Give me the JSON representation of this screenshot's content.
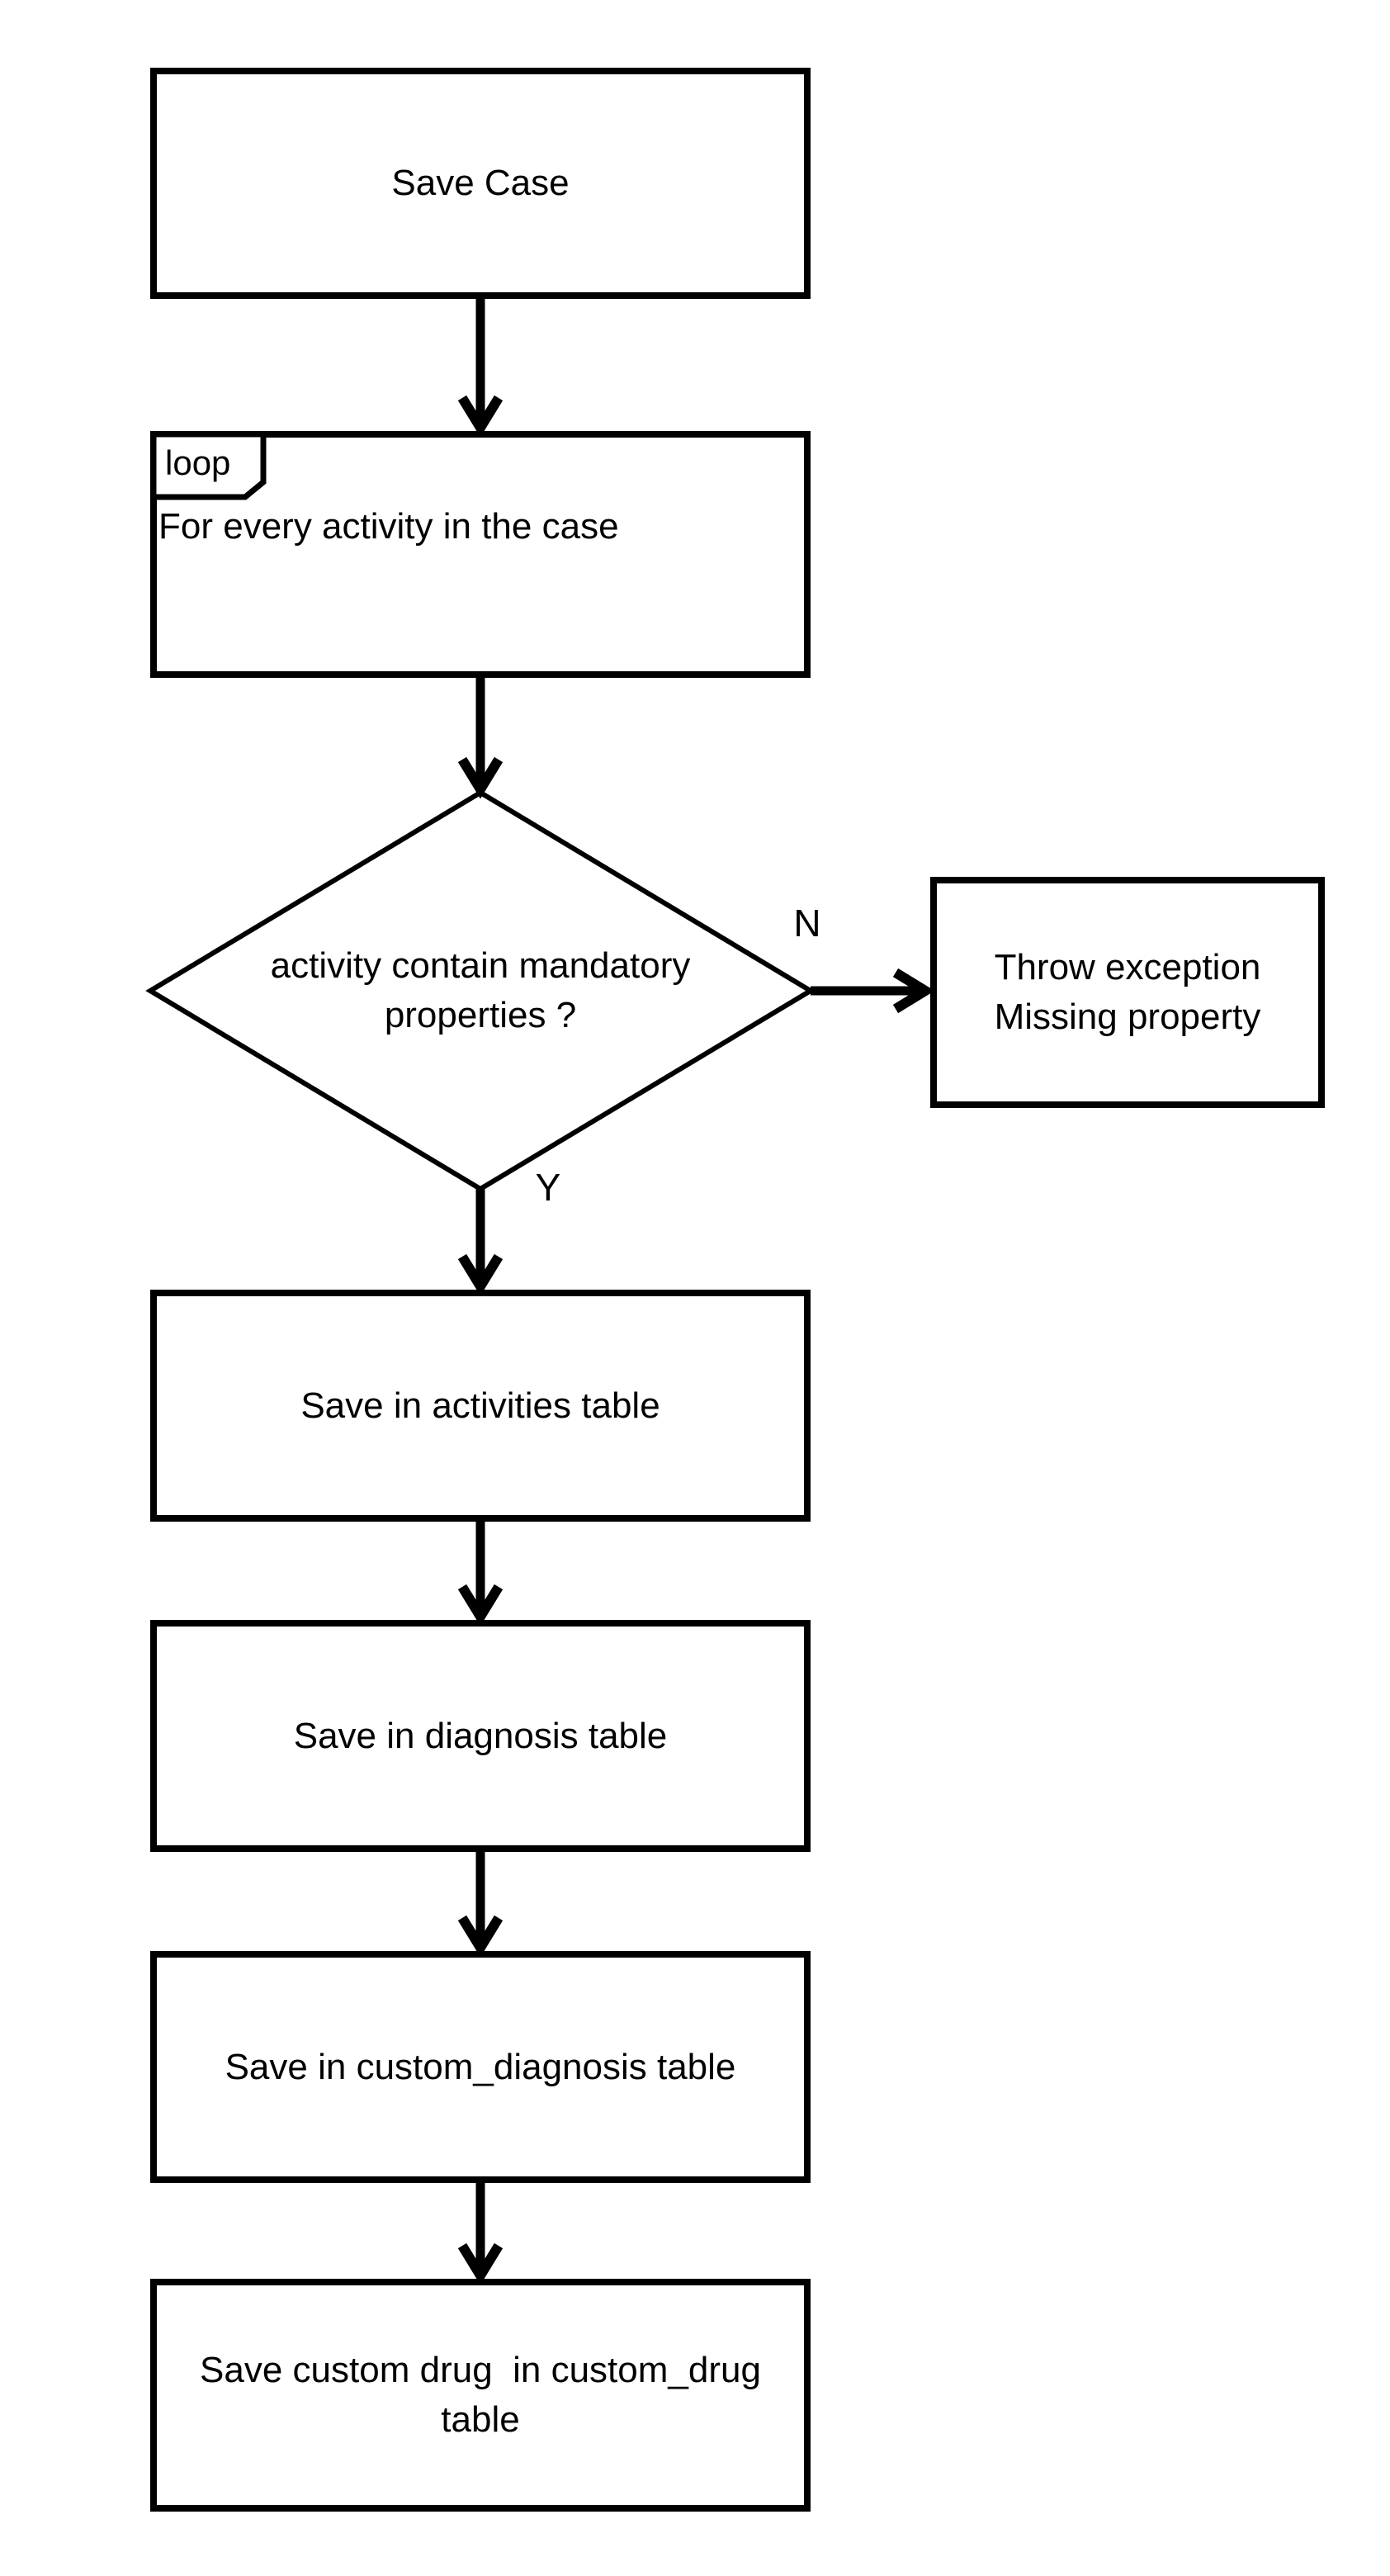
{
  "nodes": {
    "save_case": {
      "label": "Save Case"
    },
    "loop": {
      "tag": "loop",
      "label": "For every activity in the case"
    },
    "decision": {
      "label": "activity contain mandatory\nproperties ?"
    },
    "throw_exception": {
      "label": "Throw exception\nMissing property"
    },
    "save_activities": {
      "label": "Save in activities table"
    },
    "save_diagnosis": {
      "label": "Save in diagnosis table"
    },
    "save_custom_diagnosis": {
      "label": "Save in custom_diagnosis table"
    },
    "save_custom_drug": {
      "label": "Save custom drug  in custom_drug\ntable"
    }
  },
  "edge_labels": {
    "no": "N",
    "yes": "Y"
  },
  "colors": {
    "line": "#000000",
    "background": "#ffffff"
  }
}
